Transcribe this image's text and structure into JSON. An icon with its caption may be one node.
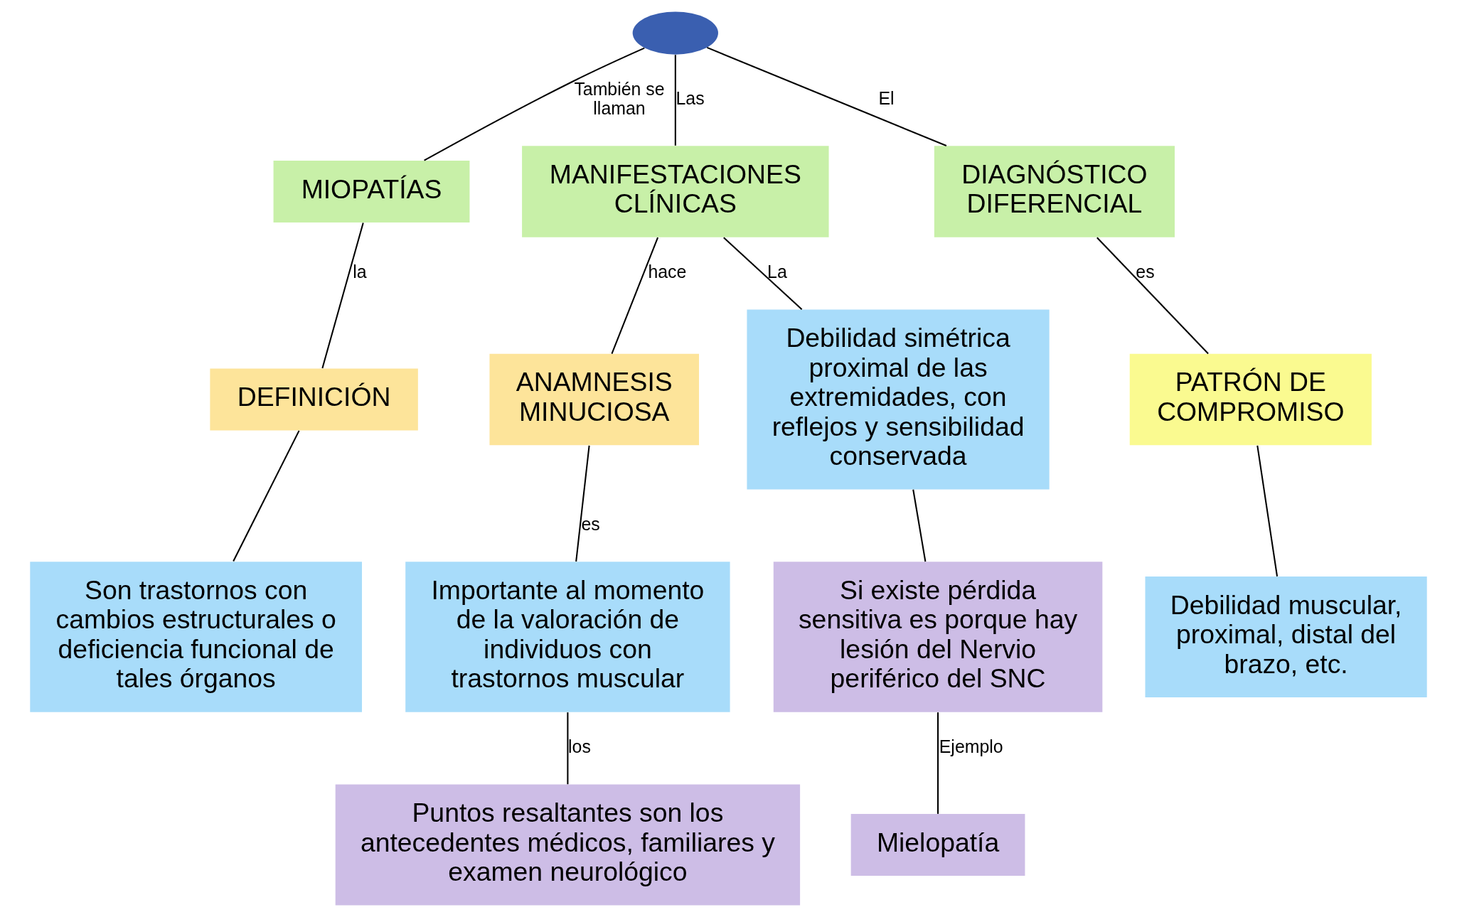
{
  "diagram": {
    "nodes": [
      {
        "text": [],
        "shape": "circle"
      },
      {
        "text": [
          "MIOPATÍAS"
        ]
      },
      {
        "text": [
          "MANIFESTACIONES CLÍNICAS"
        ]
      },
      {
        "text": [
          "DIAGNÓSTICO DIFERENCIAL"
        ]
      },
      {
        "text": [
          "DEFINICIÓN"
        ]
      },
      {
        "text": [
          "Son trastornos con cambios estructurales o deficiencia funcional de tales órganos"
        ]
      },
      {
        "text": [
          "ANAMNESIS MINUCIOSA"
        ]
      },
      {
        "text": [
          "Importante al momento de la valoración de individuos con trastornos muscular"
        ]
      },
      {
        "text": [
          "Puntos resaltantes son los antecedentes médicos, familiares y examen neurológico"
        ]
      },
      {
        "text": [
          "Debilidad simétrica proximal de las extremidades, con reflejos y sensibilidad conservada"
        ]
      },
      {
        "text": [
          "Si existe pérdida sensitiva es porque hay lesión del Nervio periférico del SNC"
        ]
      },
      {
        "text": [
          "Mielopatía"
        ]
      },
      {
        "text": [
          "PATRÓN DE COMPROMISO"
        ]
      },
      {
        "text": [
          "Debilidad muscular, proximal, distal del brazo, etc."
        ]
      }
    ],
    "edges": [
      {
        "from": 0,
        "to": 1,
        "arrow": "none",
        "label": "También se llaman"
      },
      {
        "from": 0,
        "to": 2,
        "arrow": "none",
        "label": "Las"
      },
      {
        "from": 0,
        "to": 3,
        "arrow": "none",
        "label": "El"
      },
      {
        "from": 1,
        "to": 4,
        "arrow": "none",
        "label": "la"
      },
      {
        "from": 4,
        "to": 5,
        "arrow": "none"
      },
      {
        "from": 2,
        "to": 6,
        "arrow": "none",
        "label": "hace"
      },
      {
        "from": 6,
        "to": 7,
        "arrow": "none",
        "label": "es"
      },
      {
        "from": 7,
        "to": 8,
        "arrow": "none",
        "label": "los"
      },
      {
        "from": 2,
        "to": 9,
        "arrow": "none",
        "label": "La"
      },
      {
        "from": 9,
        "to": 10,
        "arrow": "none"
      },
      {
        "from": 10,
        "to": 11,
        "arrow": "none",
        "label": "Ejemplo"
      },
      {
        "from": 3,
        "to": 12,
        "arrow": "none",
        "label": "es"
      },
      {
        "from": 12,
        "to": 13,
        "arrow": "none"
      }
    ]
  }
}
